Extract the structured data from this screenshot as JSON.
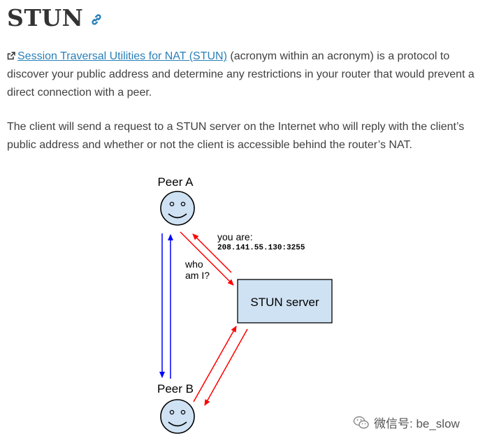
{
  "heading": {
    "title": "STUN",
    "anchor_icon": "link-icon"
  },
  "paragraph1": {
    "external_icon": "external-link-icon",
    "link_text": "Session Traversal Utilities for NAT (STUN)",
    "text_after_link": " (acronym within an acronym) is a protocol to discover your public address and determine any restrictions in your router that would prevent a direct connection with a peer."
  },
  "paragraph2": {
    "text": "The client will send a request to a STUN server on the Internet who will reply with the client’s public address and whether or not the client is accessible behind the router’s NAT."
  },
  "diagram": {
    "peer_a_label": "Peer A",
    "peer_b_label": "Peer B",
    "server_label": "STUN server",
    "request_label_line1": "who",
    "request_label_line2": "am I?",
    "response_label_line1": "you are:",
    "response_label_line2": "208.141.55.130:3255",
    "colors": {
      "face_fill": "#cfe2f3",
      "server_fill": "#cfe2f3",
      "stun_arrows": "#ff0000",
      "peer_arrows": "#0000ff"
    }
  },
  "watermark": {
    "icon": "wechat-icon",
    "text": "微信号: be_slow"
  },
  "colors": {
    "link": "#2980b9",
    "body_text": "#404040",
    "heading": "#333333"
  }
}
